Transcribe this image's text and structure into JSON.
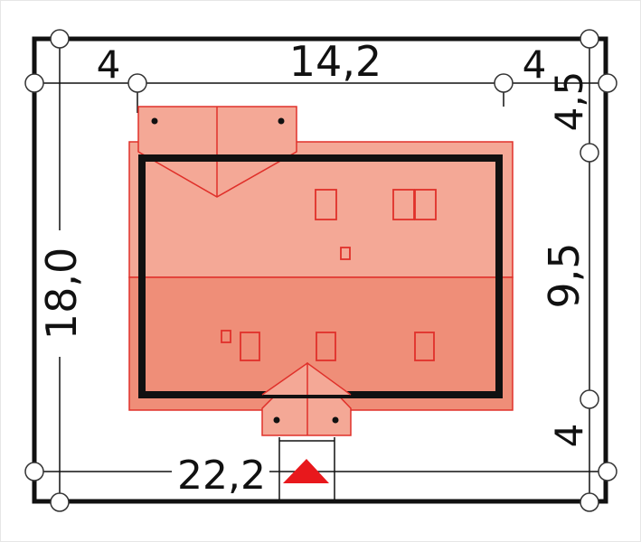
{
  "dimensions": {
    "top_left_setback": "4",
    "top_width": "14,2",
    "top_right_setback": "4",
    "right_top_setback": "4,5",
    "right_depth": "9,5",
    "right_bottom_setback": "4",
    "left_total": "18,0",
    "bottom_total": "22,2"
  },
  "colors": {
    "plot_border": "#111111",
    "roof_light": "#f4a896",
    "roof_dark": "#ef8e78",
    "roof_outline": "#e0302a",
    "house_outline": "#111111",
    "entrance_arrow": "#e8181c",
    "dimension_line": "#111111",
    "node_fill": "#ffffff"
  }
}
